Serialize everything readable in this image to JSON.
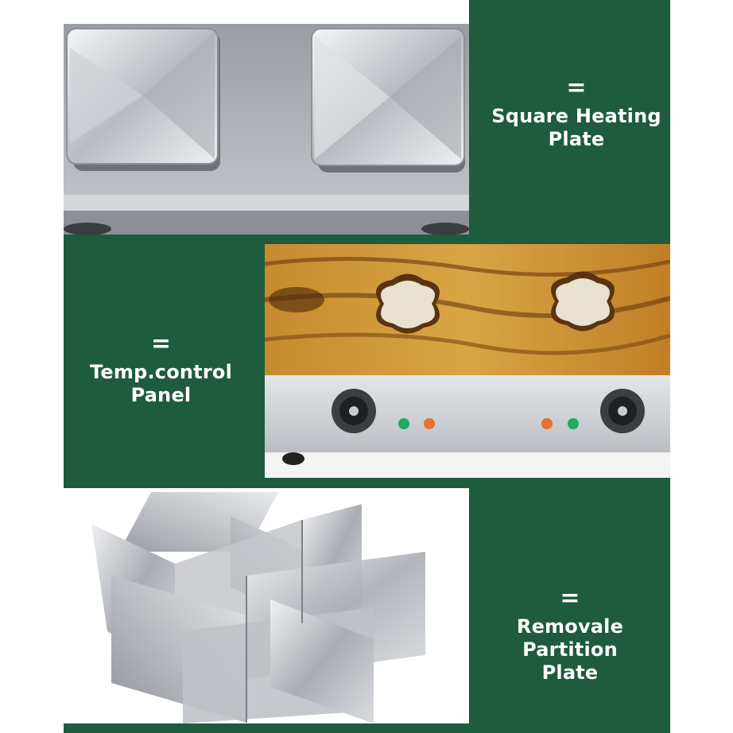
{
  "features": [
    {
      "id": "heating",
      "symbol": "=",
      "line1": "Square Heating",
      "line2": "Plate",
      "icon": "square-heating-plate-photo"
    },
    {
      "id": "control",
      "symbol": "=",
      "line1": "Temp.control",
      "line2": "Panel",
      "icon": "temp-control-panel-photo"
    },
    {
      "id": "partition",
      "symbol": "=",
      "line1": "Removale Partition",
      "line2": "Plate",
      "icon": "partition-plate-photo"
    }
  ],
  "colors": {
    "background": "#1e5b3f",
    "text": "#ffffff",
    "steel": "#c9ccd0",
    "wood": "#c48a2e",
    "indicator_green": "#1faa62",
    "indicator_orange": "#e8702a"
  }
}
